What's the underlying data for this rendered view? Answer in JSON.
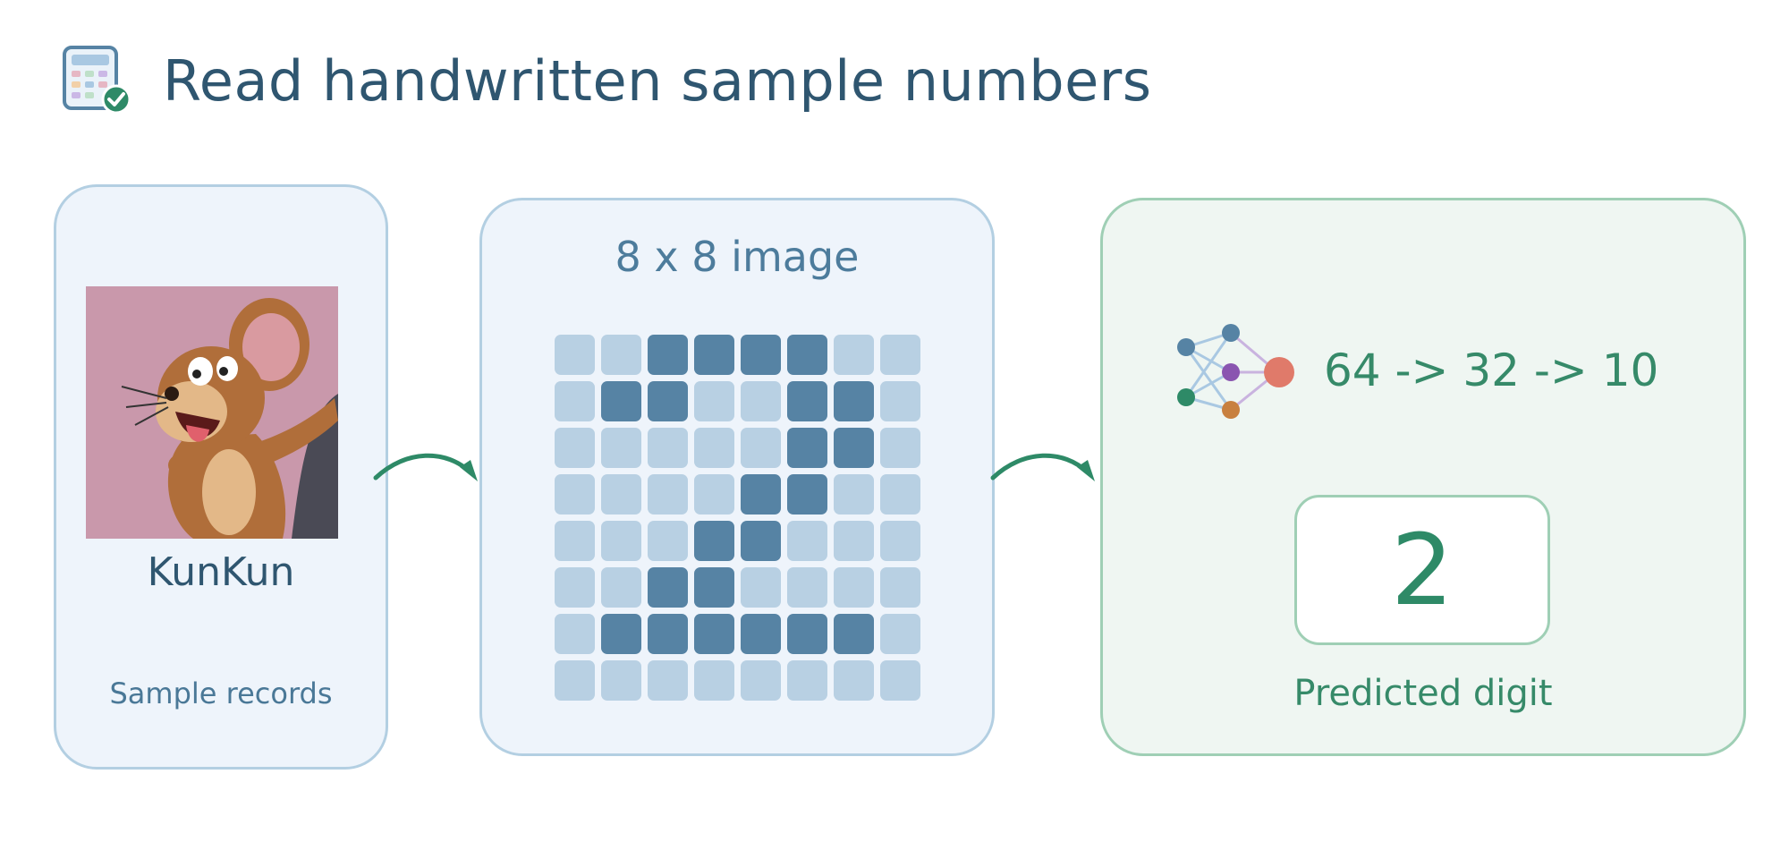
{
  "header": {
    "title": "Read handwritten sample numbers",
    "icon": "calculator-check-icon"
  },
  "records_panel": {
    "photo_icon": "cartoon-mouse-image",
    "sample_name": "KunKun",
    "caption": "Sample records"
  },
  "image_panel": {
    "caption": "8 x 8 image",
    "grid_size": 8,
    "pixels": [
      [
        0,
        0,
        1,
        1,
        1,
        1,
        0,
        0
      ],
      [
        0,
        1,
        1,
        0,
        0,
        1,
        1,
        0
      ],
      [
        0,
        0,
        0,
        0,
        0,
        1,
        1,
        0
      ],
      [
        0,
        0,
        0,
        0,
        1,
        1,
        0,
        0
      ],
      [
        0,
        0,
        0,
        1,
        1,
        0,
        0,
        0
      ],
      [
        0,
        0,
        1,
        1,
        0,
        0,
        0,
        0
      ],
      [
        0,
        1,
        1,
        1,
        1,
        1,
        1,
        0
      ],
      [
        0,
        0,
        0,
        0,
        0,
        0,
        0,
        0
      ]
    ]
  },
  "predict_panel": {
    "network_icon": "neural-network-icon",
    "network_layers": "64 -> 32 -> 10",
    "predicted_value": "2",
    "caption": "Predicted digit"
  },
  "colors": {
    "title": "#2f5670",
    "blue_panel_bg": "#eef4fb",
    "blue_panel_border": "#b3cfe2",
    "green_panel_bg": "#eff6f2",
    "green_panel_border": "#9fcfb5",
    "pixel_off": "#b8d0e3",
    "pixel_on": "#5683a4",
    "accent_green": "#2e8a67",
    "arrow": "#2e8a67"
  }
}
